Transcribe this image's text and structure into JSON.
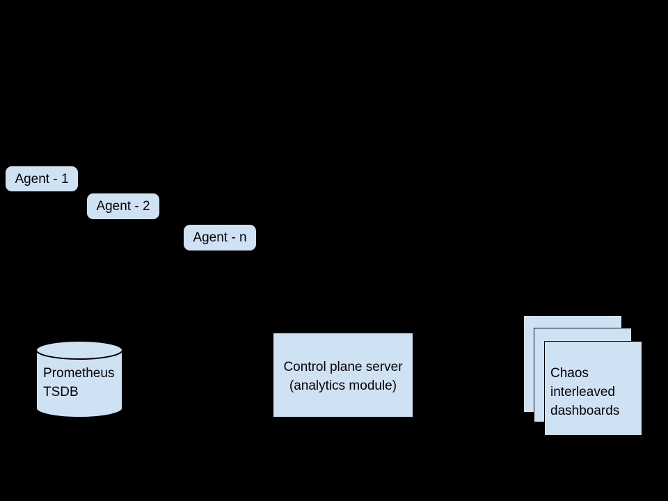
{
  "diagram": {
    "background": "#000000",
    "shape_fill": "#cfe2f3",
    "shape_outline": "#000000",
    "text_color": "#000000",
    "agents": [
      {
        "label": "Agent - 1"
      },
      {
        "label": "Agent - 2"
      },
      {
        "label": "Agent - n"
      }
    ],
    "prometheus": {
      "lines": [
        "Prometheus",
        "TSDB"
      ]
    },
    "control_plane": {
      "lines": [
        "Control plane server",
        "(analytics module)"
      ]
    },
    "dashboards": {
      "lines": [
        "Chaos",
        "interleaved",
        "dashboards"
      ]
    }
  }
}
